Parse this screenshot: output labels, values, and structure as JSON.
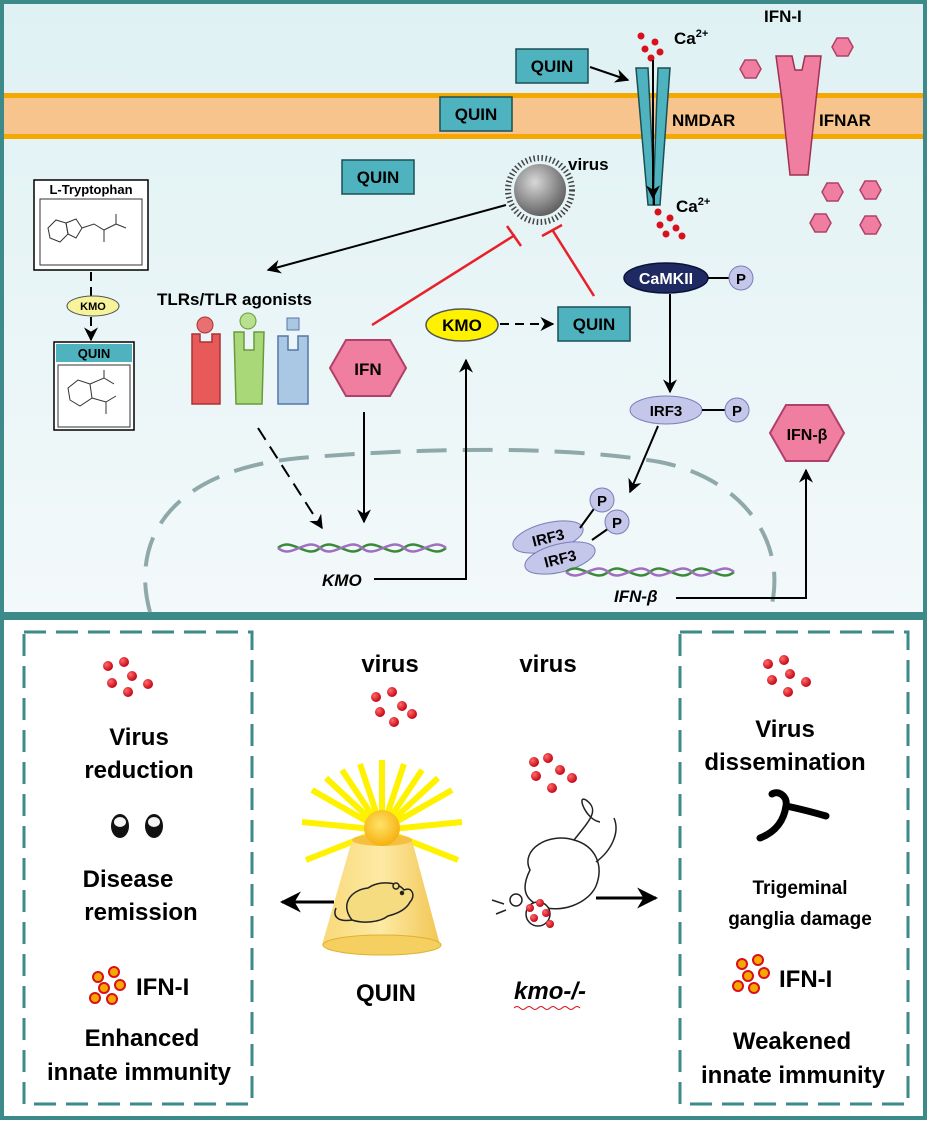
{
  "top_panel": {
    "quin_labels": [
      "QUIN",
      "QUIN",
      "QUIN",
      "QUIN"
    ],
    "ca_top": "Ca",
    "ca_bottom": "Ca",
    "ca_superscript": "2+",
    "ifn_i_top": "IFN-I",
    "nmdar": "NMDAR",
    "ifnar": "IFNAR",
    "virus": "virus",
    "l_tryptophan": "L-Tryptophan",
    "kmo_small": "KMO",
    "quin_box_title": "QUIN",
    "tlrs": "TLRs/TLR agonists",
    "kmo": "KMO",
    "ifn": "IFN",
    "camkii": "CaMKII",
    "p": "P",
    "irf3": "IRF3",
    "ifn_beta": "IFN-β",
    "kmo_gene": "KMO",
    "ifn_beta_gene": "IFN-β"
  },
  "bottom_panel": {
    "left": {
      "virus_reduction": [
        "Virus",
        "reduction"
      ],
      "disease_remission": [
        "Disease",
        "remission"
      ],
      "ifn_i": "IFN-I",
      "immunity": [
        "Enhanced",
        "innate immunity"
      ]
    },
    "center": {
      "virus_left": "virus",
      "virus_right": "virus",
      "quin": "QUIN",
      "kmo_ko": "kmo-/-"
    },
    "right": {
      "virus_dissemination": [
        "Virus",
        "dissemination"
      ],
      "tg_damage": [
        "Trigeminal",
        "ganglia damage"
      ],
      "ifn_i": "IFN-I",
      "immunity": [
        "Weakened",
        "innate immunity"
      ]
    }
  },
  "colors": {
    "border": "#3d8a8a",
    "membrane": "#f6c48c",
    "membrane_edge": "#f5a800",
    "quin_box": "#4fb3bf",
    "pink": "#f07ea0",
    "virus_red": "#d8101c",
    "irf3": "#c5c7ea",
    "camkii": "#1f2a63",
    "kmo_yellow": "#fff200",
    "inhibit_red": "#e8202a"
  }
}
